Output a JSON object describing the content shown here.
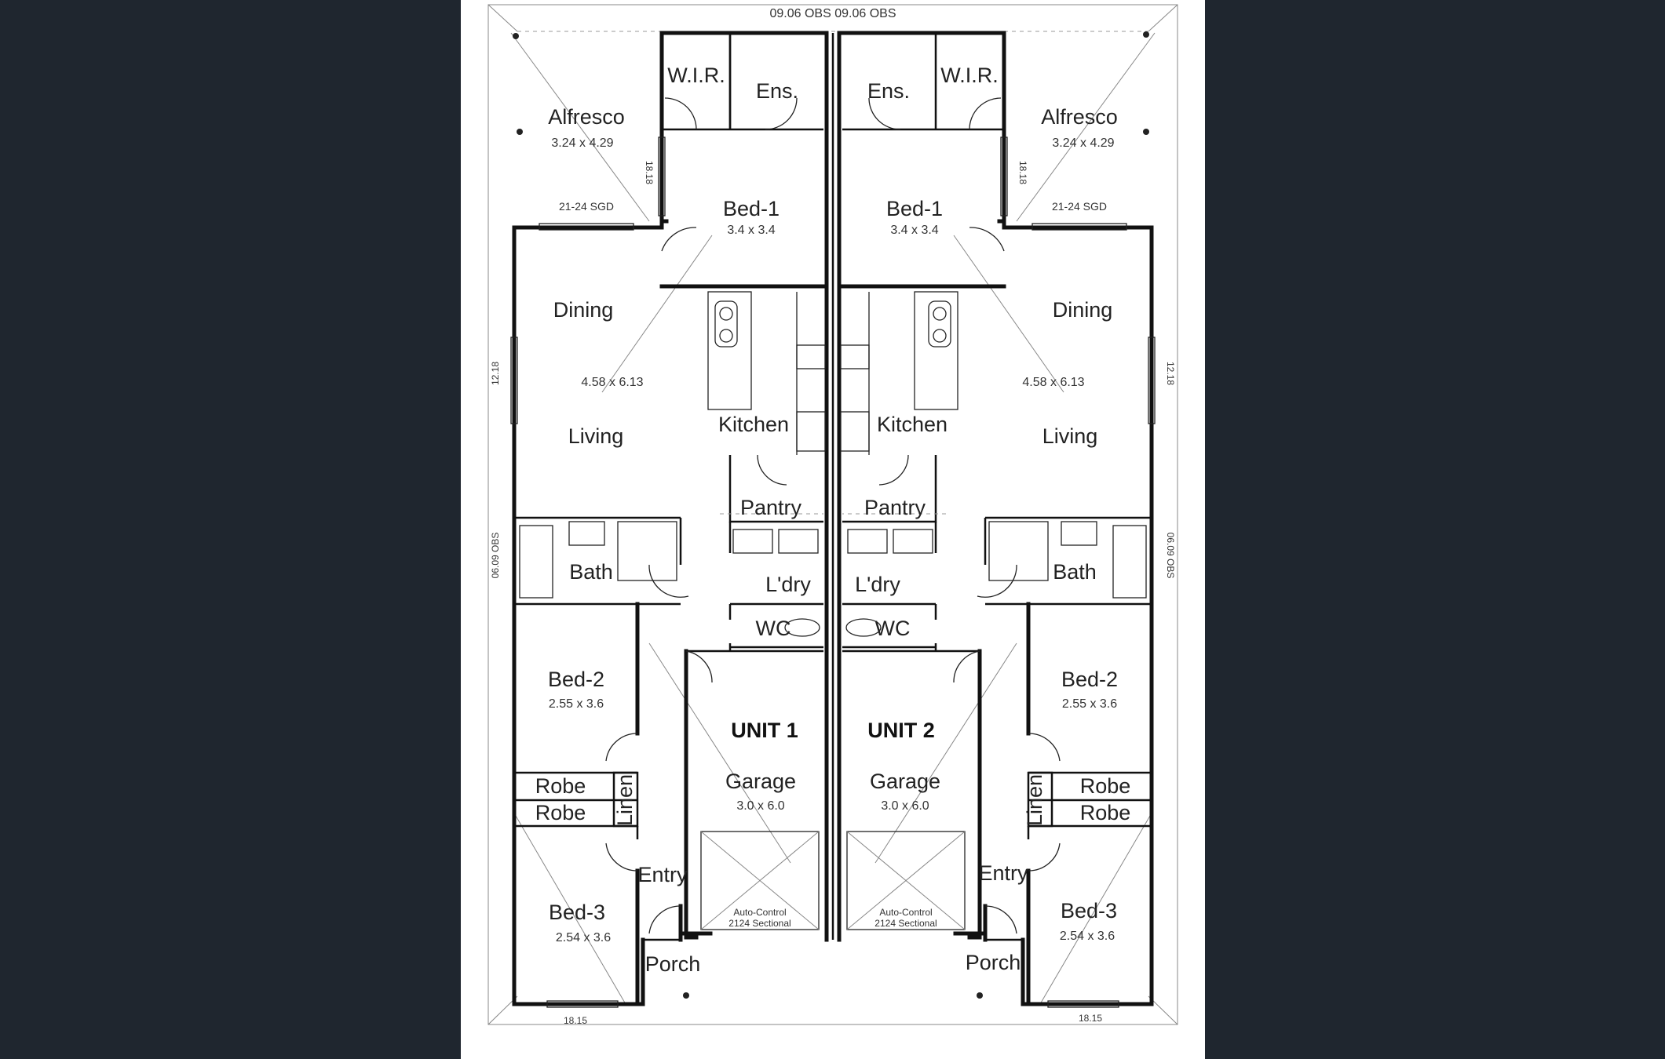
{
  "plan": {
    "top_dimensions": "09.06 OBS 09.06 OBS",
    "units": [
      {
        "unit_label": "UNIT 1",
        "alfresco": "Alfresco",
        "alfresco_size": "3.24 x 4.29",
        "wir": "W.I.R.",
        "ens": "Ens.",
        "bed1": "Bed-1",
        "bed1_size": "3.4 x 3.4",
        "door": "21-24 SGD",
        "side_window": "18.18",
        "dining": "Dining",
        "living_size": "4.58 x 6.13",
        "living": "Living",
        "living_window": "12.18",
        "kitchen": "Kitchen",
        "pantry": "Pantry",
        "bath": "Bath",
        "bath_window": "06.09 OBS",
        "laundry": "L'dry",
        "wc": "WC",
        "bed2": "Bed-2",
        "bed2_size": "2.55 x 3.6",
        "robe1": "Robe",
        "robe2": "Robe",
        "linen": "Linen",
        "garage": "Garage",
        "garage_size": "3.0 x 6.0",
        "garage_door1": "Auto-Control",
        "garage_door2": "2124 Sectional",
        "entry": "Entry",
        "bed3": "Bed-3",
        "bed3_size": "2.54 x 3.6",
        "porch": "Porch",
        "bottom_window": "18.15"
      },
      {
        "unit_label": "UNIT 2",
        "alfresco": "Alfresco",
        "alfresco_size": "3.24 x 4.29",
        "wir": "W.I.R.",
        "ens": "Ens.",
        "bed1": "Bed-1",
        "bed1_size": "3.4 x 3.4",
        "door": "21-24 SGD",
        "side_window": "18.18",
        "dining": "Dining",
        "living_size": "4.58 x 6.13",
        "living": "Living",
        "living_window": "12.18",
        "kitchen": "Kitchen",
        "pantry": "Pantry",
        "bath": "Bath",
        "bath_window": "06.09 OBS",
        "laundry": "L'dry",
        "wc": "WC",
        "bed2": "Bed-2",
        "bed2_size": "2.55 x 3.6",
        "robe1": "Robe",
        "robe2": "Robe",
        "linen": "Linen",
        "garage": "Garage",
        "garage_size": "3.0 x 6.0",
        "garage_door1": "Auto-Control",
        "garage_door2": "2124 Sectional",
        "entry": "Entry",
        "bed3": "Bed-3",
        "bed3_size": "2.54 x 3.6",
        "porch": "Porch",
        "bottom_window": "18.15"
      }
    ]
  }
}
